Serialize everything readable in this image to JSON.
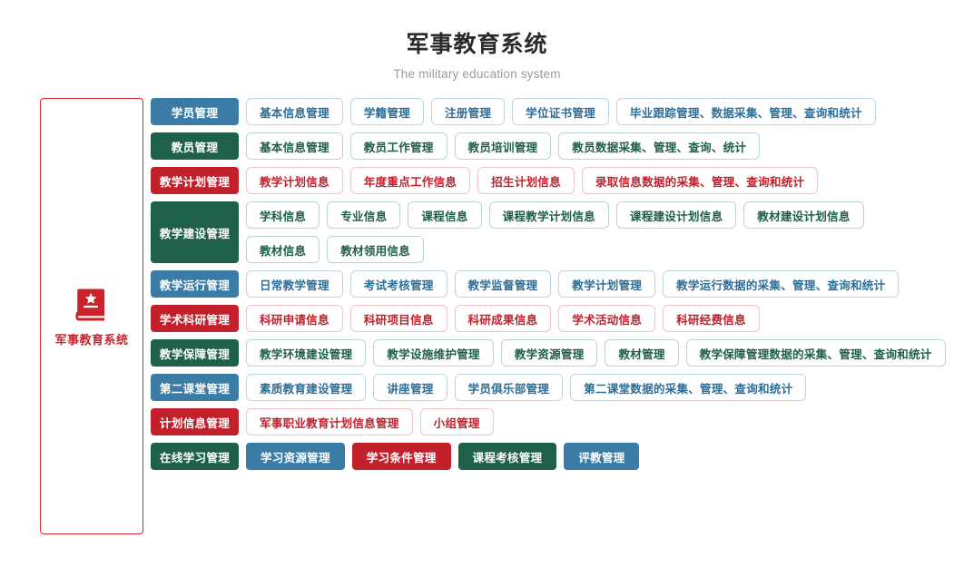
{
  "header": {
    "title": "军事教育系统",
    "subtitle": "The military education system"
  },
  "sidebar": {
    "icon": "book-star-icon",
    "label": "军事教育系统",
    "border_color": "#d02b2b",
    "label_color": "#c8252d"
  },
  "palette": {
    "blue": "#3a7ca5",
    "green": "#1f6049",
    "red": "#c2212c",
    "blue_border": "#bcd4e4",
    "green_border": "#bcd5ca",
    "red_border": "#f0c4c7"
  },
  "rows": [
    {
      "category": "学员管理",
      "theme": "blue",
      "style": "outline",
      "lines": [
        [
          "基本信息管理",
          "学籍管理",
          "注册管理",
          "学位证书管理",
          "毕业跟踪管理、数据采集、管理、查询和统计"
        ]
      ]
    },
    {
      "category": "教员管理",
      "theme": "green",
      "style": "outline",
      "lines": [
        [
          "基本信息管理",
          "教员工作管理",
          "教员培训管理",
          "教员数据采集、管理、查询、统计"
        ]
      ]
    },
    {
      "category": "教学计划管理",
      "theme": "red",
      "style": "outline",
      "lines": [
        [
          "教学计划信息",
          "年度重点工作信息",
          "招生计划信息",
          "录取信息数据的采集、管理、查询和统计"
        ]
      ]
    },
    {
      "category": "教学建设管理",
      "theme": "green",
      "style": "outline",
      "lines": [
        [
          "学科信息",
          "专业信息",
          "课程信息",
          "课程教学计划信息",
          "课程建设计划信息",
          "教材建设计划信息"
        ],
        [
          "教材信息",
          "教材领用信息"
        ]
      ]
    },
    {
      "category": "教学运行管理",
      "theme": "blue",
      "style": "outline",
      "lines": [
        [
          "日常教学管理",
          "考试考核管理",
          "教学监督管理",
          "教学计划管理",
          "教学运行数据的采集、管理、查询和统计"
        ]
      ]
    },
    {
      "category": "学术科研管理",
      "theme": "red",
      "style": "outline",
      "lines": [
        [
          "科研申请信息",
          "科研项目信息",
          "科研成果信息",
          "学术活动信息",
          "科研经费信息"
        ]
      ]
    },
    {
      "category": "教学保障管理",
      "theme": "green",
      "style": "outline",
      "lines": [
        [
          "教学环境建设管理",
          "教学设施维护管理",
          "教学资源管理",
          "教材管理",
          "教学保障管理数据的采集、管理、查询和统计"
        ]
      ]
    },
    {
      "category": "第二课堂管理",
      "theme": "blue",
      "style": "outline",
      "lines": [
        [
          "素质教育建设管理",
          "讲座管理",
          "学员俱乐部管理",
          "第二课堂数据的采集、管理、查询和统计"
        ]
      ]
    },
    {
      "category": "计划信息管理",
      "theme": "red",
      "style": "outline",
      "lines": [
        [
          "军事职业教育计划信息管理",
          "小组管理"
        ]
      ]
    },
    {
      "category": "在线学习管理",
      "theme": "green",
      "style": "solid",
      "lines": [
        [
          "学习资源管理",
          "学习条件管理",
          "课程考核管理",
          "评教管理"
        ]
      ],
      "item_themes": [
        [
          "blue",
          "red",
          "green",
          "blue"
        ]
      ]
    }
  ]
}
